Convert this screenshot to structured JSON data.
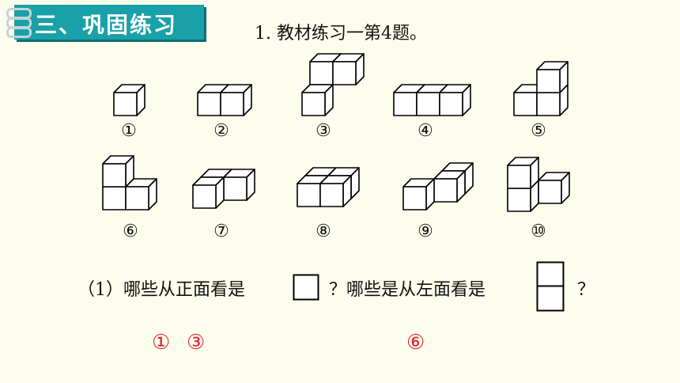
{
  "header": {
    "section_title": "三、巩固练习"
  },
  "problem": {
    "title": "1. 教材练习一第4题。"
  },
  "figures": {
    "labels": [
      "①",
      "②",
      "③",
      "④",
      "⑤",
      "⑥",
      "⑦",
      "⑧",
      "⑨",
      "⑩"
    ]
  },
  "question": {
    "part1": "（1）哪些从正面看是",
    "part2": "？哪些是从左面看是",
    "part3": "？"
  },
  "answers": {
    "front_view_1": "①",
    "front_view_2": "③",
    "left_view": "⑥"
  },
  "colors": {
    "tab": "#1aa0a8",
    "answer": "#e0202a"
  }
}
